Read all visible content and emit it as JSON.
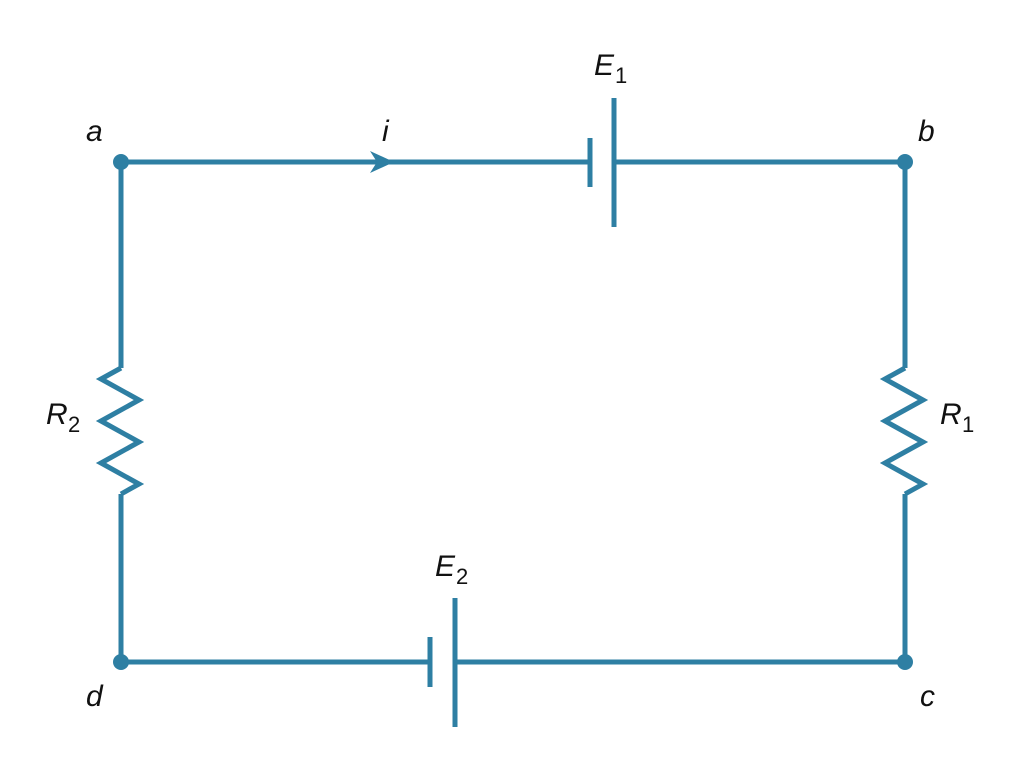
{
  "colors": {
    "wire": "#2e7fa3",
    "text": "#111111",
    "background": "#ffffff"
  },
  "nodes": {
    "a": "a",
    "b": "b",
    "c": "c",
    "d": "d"
  },
  "current": {
    "label": "i"
  },
  "batteries": {
    "e1": {
      "symbol": "E",
      "subscript": "1"
    },
    "e2": {
      "symbol": "E",
      "subscript": "2"
    }
  },
  "resistors": {
    "r1": {
      "symbol": "R",
      "subscript": "1"
    },
    "r2": {
      "symbol": "R",
      "subscript": "2"
    }
  }
}
